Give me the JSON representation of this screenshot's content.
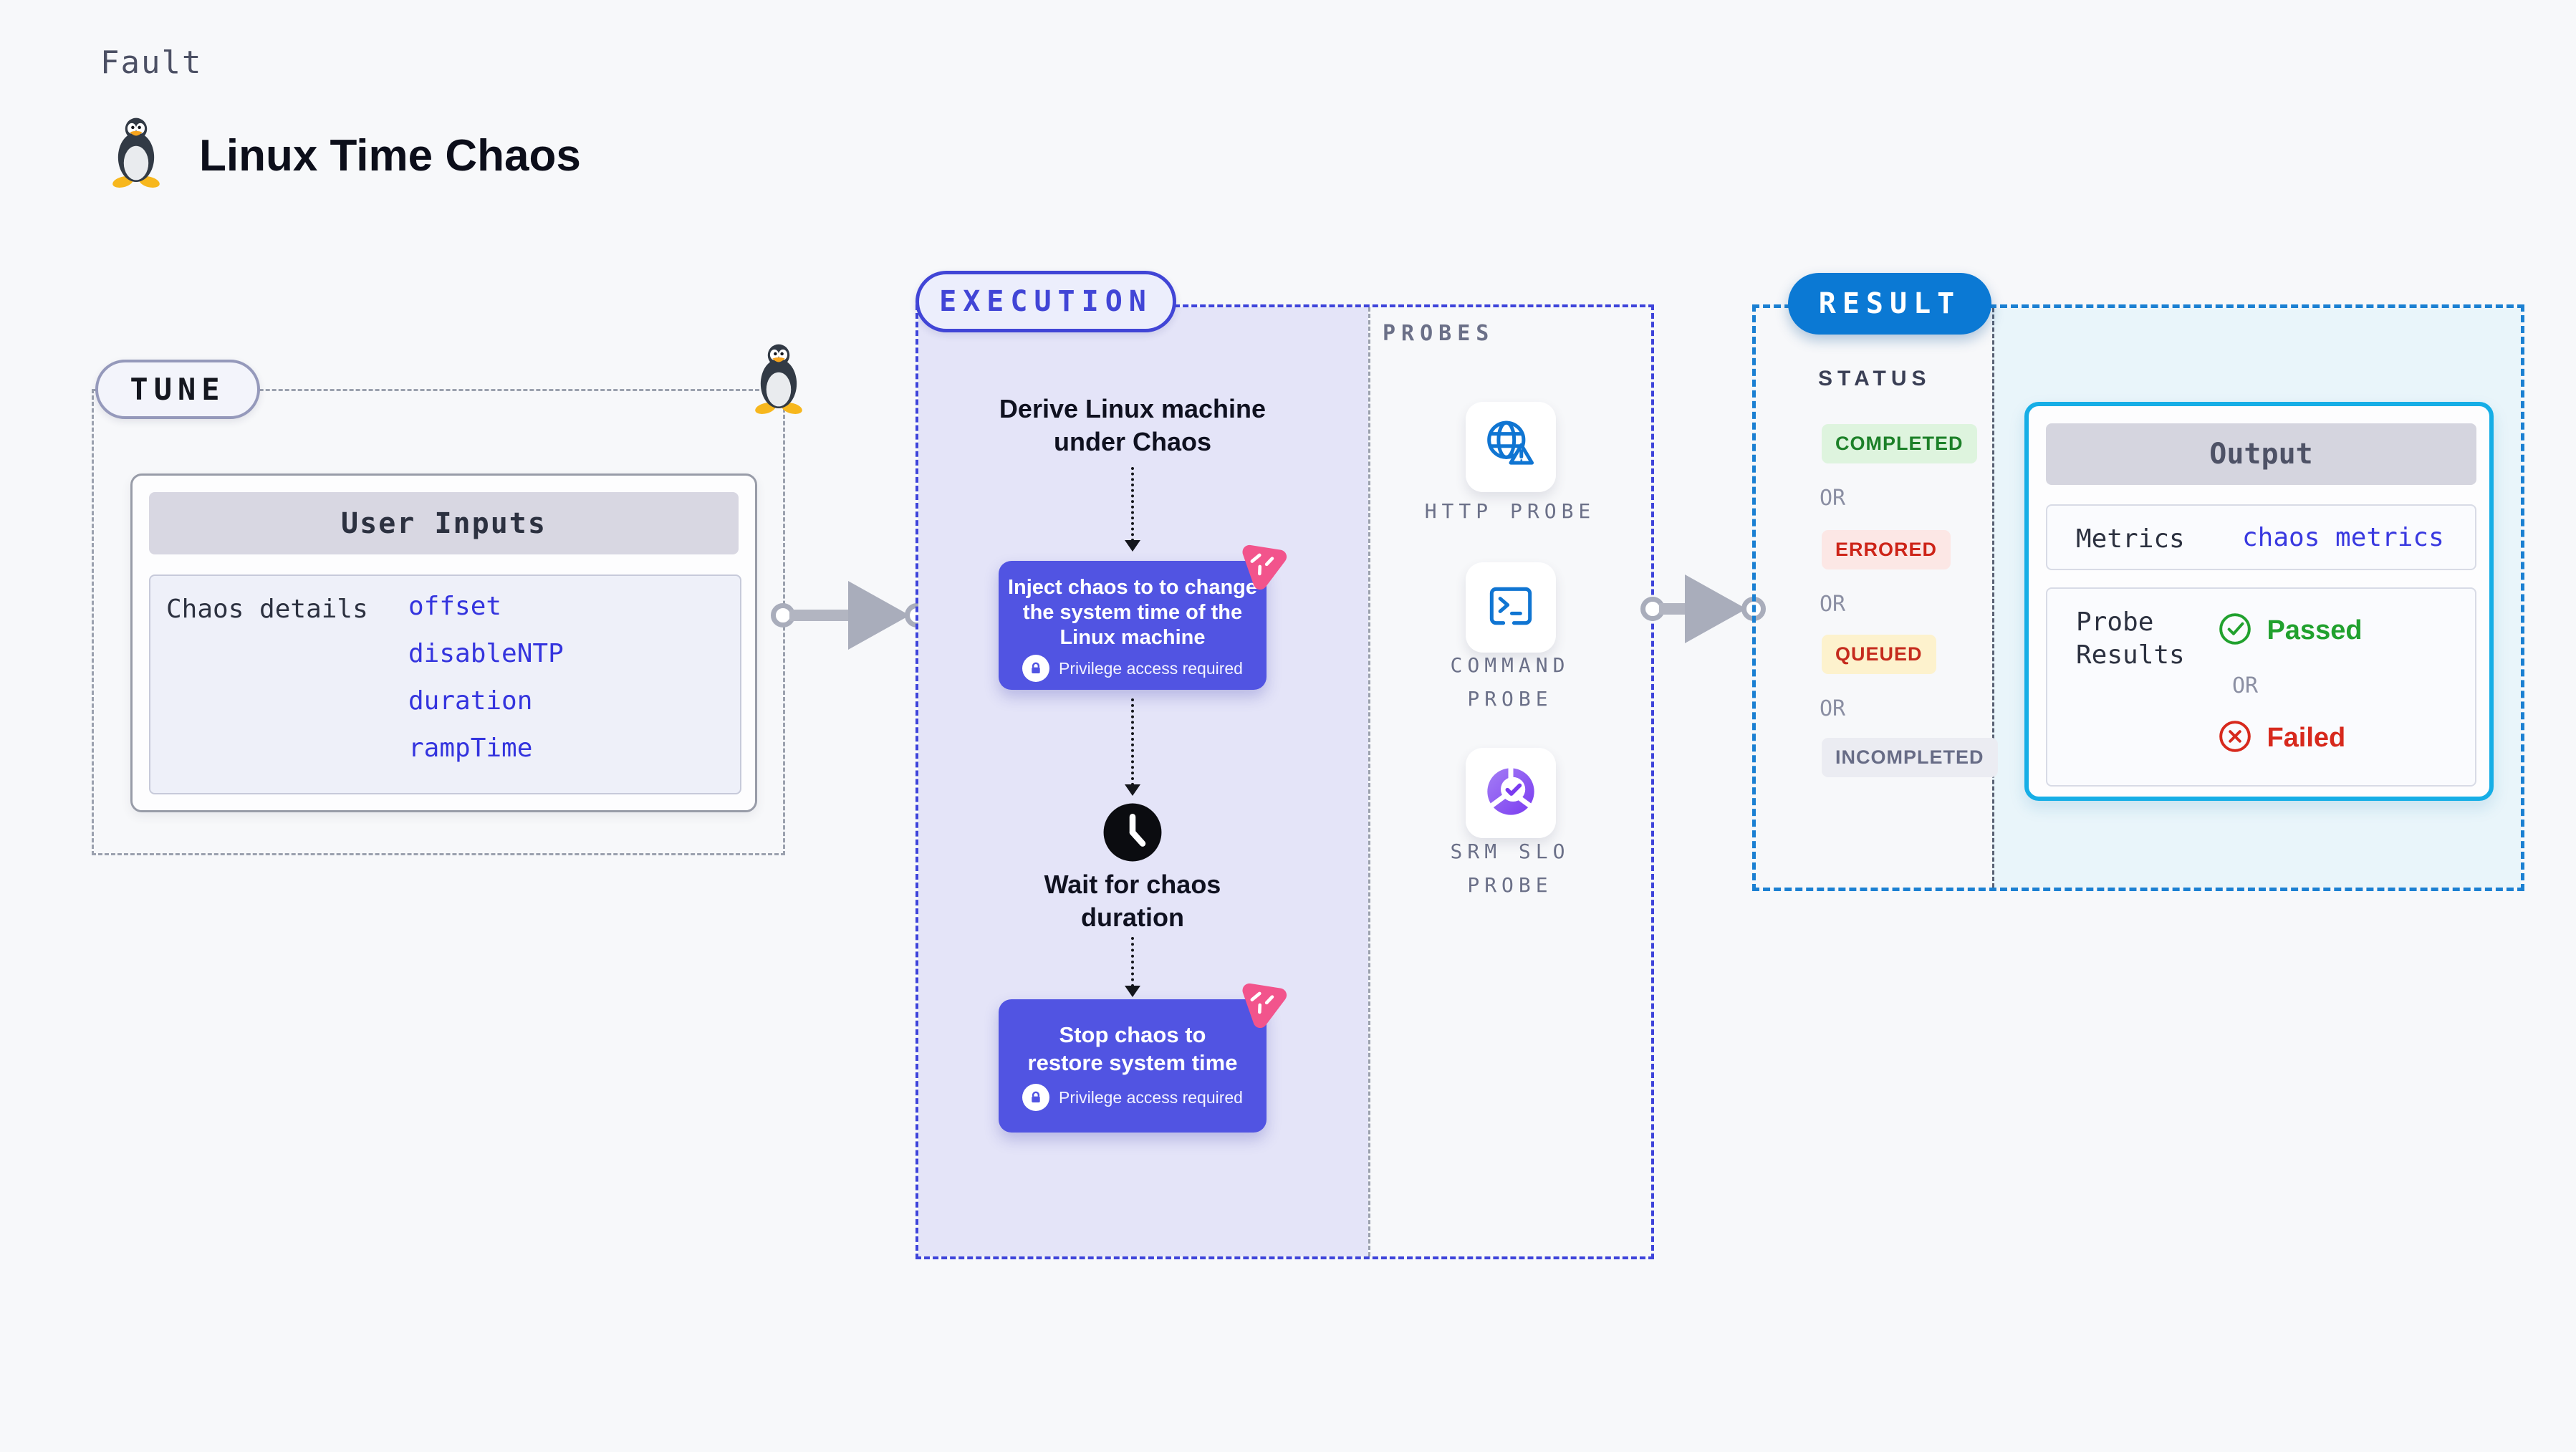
{
  "header": {
    "eyebrow": "Fault",
    "title": "Linux Time Chaos"
  },
  "tune": {
    "label": "TUNE",
    "user_inputs": {
      "title": "User Inputs",
      "row_label": "Chaos details",
      "params": [
        "offset",
        "disableNTP",
        "duration",
        "rampTime"
      ]
    }
  },
  "execution": {
    "label": "EXECUTION",
    "derive_lines": [
      "Derive Linux machine",
      "under Chaos"
    ],
    "inject_lines": [
      "Inject chaos to to change",
      "the system time of the",
      "Linux machine"
    ],
    "privilege_note": "Privilege access required",
    "wait_lines": [
      "Wait for chaos",
      "duration"
    ],
    "stop_lines": [
      "Stop chaos to",
      "restore system time"
    ]
  },
  "probes": {
    "label": "PROBES",
    "items": [
      {
        "icon": "globe-alert",
        "label_lines": [
          "HTTP PROBE",
          ""
        ]
      },
      {
        "icon": "terminal",
        "label_lines": [
          "COMMAND",
          "PROBE"
        ]
      },
      {
        "icon": "slo-donut-check",
        "label_lines": [
          "SRM SLO",
          "PROBE"
        ]
      }
    ]
  },
  "result": {
    "label": "RESULT",
    "status": {
      "label": "STATUS",
      "or_label": "OR",
      "badges": [
        {
          "text": "COMPLETED",
          "fg": "#1c8028",
          "bg": "#def4de"
        },
        {
          "text": "ERRORED",
          "fg": "#cd2418",
          "bg": "#fce7e5"
        },
        {
          "text": "QUEUED",
          "fg": "#c52b1d",
          "bg": "#fdf2cd"
        },
        {
          "text": "INCOMPLETED",
          "fg": "#676c86",
          "bg": "#ebecf2"
        }
      ]
    },
    "output": {
      "title": "Output",
      "metrics_label": "Metrics",
      "metrics_value": "chaos metrics",
      "probe_results_lines": [
        "Probe",
        "Results"
      ],
      "passed": "Passed",
      "or_label": "OR",
      "failed": "Failed"
    }
  },
  "colors": {
    "page_bg": "#f7f8fa",
    "execution_fill": "#e4e4f8",
    "execution_border": "#3e44da",
    "chaos_card": "#5154e2",
    "chaos_logo_pink": "#f2548c",
    "result_pill": "#0b79d4",
    "result_border": "#1b80d2",
    "result_fill": "#e9f5fa",
    "output_border": "#16aee6",
    "param_link": "#3434de",
    "probe_icon_blue": "#1075d2",
    "srm_purple": "#7a3bf0",
    "passed_green": "#21a12e",
    "failed_red": "#d7291d"
  }
}
